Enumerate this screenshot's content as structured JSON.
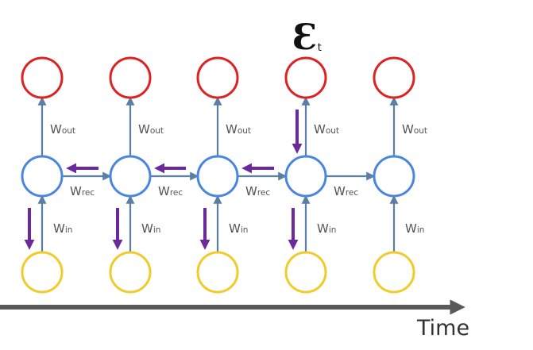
{
  "diagram": {
    "error_symbol": "Ɛ",
    "error_subscript": "t",
    "time_label": "Time",
    "weight_base": "W",
    "output_weight_subscript": "out",
    "recurrent_weight_subscript": "rec",
    "input_weight_subscript": "in",
    "timesteps": 5,
    "error_timestep_index": 3,
    "backprop_arrows_on_recurrent_edges": [
      0,
      1,
      2
    ],
    "backprop_arrows_on_input_edges": [
      0,
      1,
      2,
      3
    ],
    "backprop_arrow_on_output_edge": 3,
    "colors": {
      "output_node": "#dd2222",
      "hidden_node": "#4a86e0",
      "input_node": "#f0cc2a",
      "forward_arrow": "#5a7fa6",
      "backprop_arrow": "#6a2a9c",
      "time_axis": "#5a5a5a"
    }
  }
}
